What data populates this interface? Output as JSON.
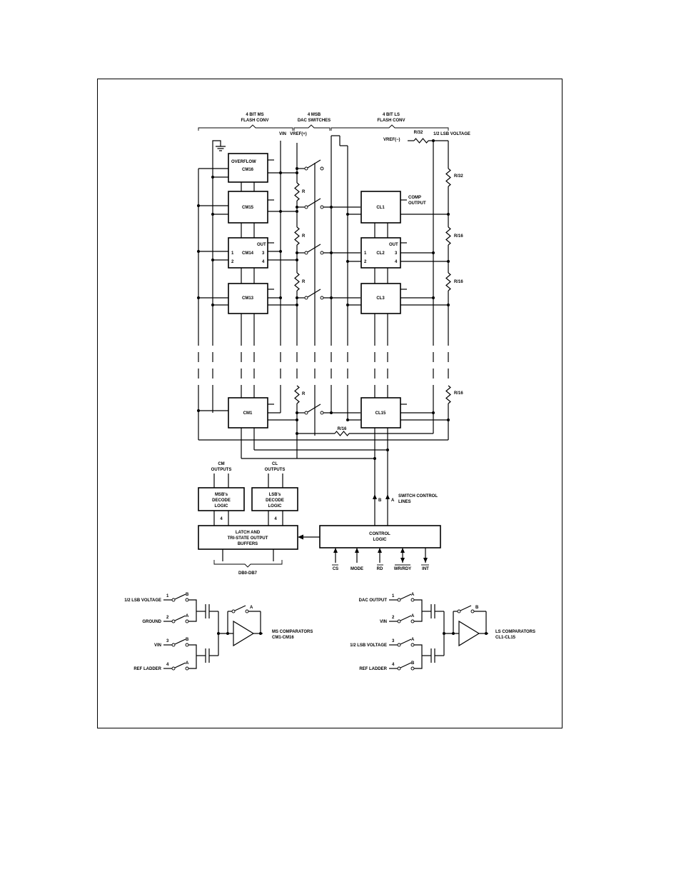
{
  "header": {
    "ms_flash": [
      "4 BIT MS",
      "FLASH CONV"
    ],
    "msb_dac": [
      "4 MSB",
      "DAC SWITCHES"
    ],
    "ls_flash": [
      "4 BIT LS",
      "FLASH CONV"
    ]
  },
  "inputs": {
    "vin": "VIN",
    "vref_plus": "VREF(+)",
    "vref_minus": "VREF(−)",
    "half_lsb_voltage": "1/2 LSB VOLTAGE"
  },
  "resistors": {
    "r_top": "R/32",
    "r_right_top": "R/32",
    "r16_a": "R/16",
    "r16_b": "R/16",
    "r16_c": "R/16",
    "r16_bottom": "R/16",
    "r": "R"
  },
  "ms_comparators": {
    "overflow": "OVERFLOW",
    "cm16": "CM16",
    "cm15": "CM15",
    "cm14": "CM14",
    "cm13": "CM13",
    "cm1": "CM1",
    "out": "OUT",
    "pin1": "1",
    "pin2": "2",
    "pin3": "3",
    "pin4": "4"
  },
  "ls_comparators": {
    "cl1": "CL1",
    "cl2": "CL2",
    "cl3": "CL3",
    "cl15": "CL15",
    "comp_output": [
      "COMP",
      "OUTPUT"
    ],
    "out": "OUT",
    "pin1": "1",
    "pin2": "2",
    "pin3": "3",
    "pin4": "4"
  },
  "logic": {
    "cm_outputs": [
      "CM",
      "OUTPUTS"
    ],
    "cl_outputs": [
      "CL",
      "OUTPUTS"
    ],
    "msb_decode": [
      "MSB's",
      "DECODE",
      "LOGIC"
    ],
    "lsb_decode": [
      "LSB's",
      "DECODE",
      "LOGIC"
    ],
    "bus_width": "4",
    "latch": [
      "LATCH AND",
      "TRI-STATE OUTPUT",
      "BUFFERS"
    ],
    "control": [
      "CONTROL",
      "LOGIC"
    ],
    "switch_control": [
      "SWITCH CONTROL",
      "LINES"
    ],
    "line_a": "A",
    "line_b": "B",
    "db_bus": "DB0-DB7",
    "cs": "CS",
    "mode": "MODE",
    "rd": "RD",
    "wr_rdy": "WR/RDY",
    "int": "INT"
  },
  "ms_detail": {
    "in1": "1/2 LSB VOLTAGE",
    "in2": "GROUND",
    "in3": "VIN",
    "in4": "REF LADDER",
    "n1": "1",
    "n2": "2",
    "n3": "3",
    "n4": "4",
    "s1": "B",
    "s2": "A",
    "s3": "B",
    "s4": "A",
    "sfb": "A",
    "label": [
      "MS COMPARATORS",
      "CM1-CM16"
    ]
  },
  "ls_detail": {
    "in1": "DAC OUTPUT",
    "in2": "VIN",
    "in3": "1/2 LSB VOLTAGE",
    "in4": "REF LADDER",
    "n1": "1",
    "n2": "2",
    "n3": "3",
    "n4": "4",
    "s1": "A",
    "s2": "A",
    "s3": "A",
    "s4": "B",
    "sfb": "B",
    "label": [
      "LS COMPARATORS",
      "CL1-CL15"
    ]
  }
}
